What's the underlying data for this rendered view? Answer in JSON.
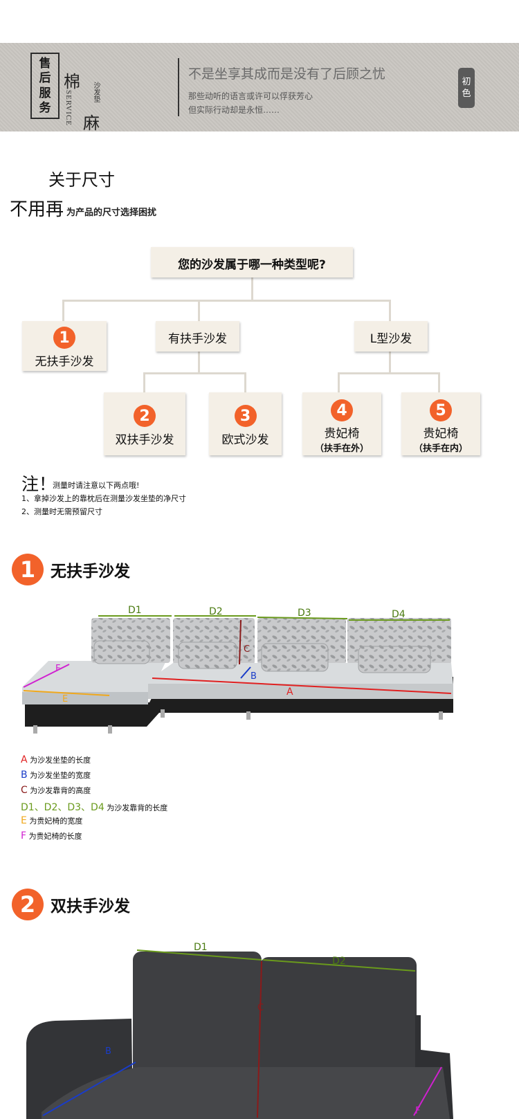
{
  "banner": {
    "seal": [
      "售",
      "后",
      "服",
      "务"
    ],
    "mian": "棉",
    "ma": "麻",
    "service": "SERVICE",
    "vertical_small": "沙发垫",
    "tagline": "不是坐享其成而是没有了后顾之忧",
    "line1": "那些动听的语言或许可以俘获芳心",
    "line2": "但实际行动却是永恒……",
    "badge": [
      "初",
      "色"
    ]
  },
  "about": {
    "title": "关于尺寸",
    "sub_big": "不用再",
    "sub_small": "为产品的尺寸选择困扰"
  },
  "tree": {
    "question": "您的沙发属于哪一种类型呢?",
    "type1": {
      "num": "1",
      "label": "无扶手沙发"
    },
    "group_arm": "有扶手沙发",
    "group_l": "L型沙发",
    "type2": {
      "num": "2",
      "label": "双扶手沙发"
    },
    "type3": {
      "num": "3",
      "label": "欧式沙发"
    },
    "type4": {
      "num": "4",
      "label": "贵妃椅",
      "sub": "（扶手在外）"
    },
    "type5": {
      "num": "5",
      "label": "贵妃椅",
      "sub": "（扶手在内）"
    }
  },
  "notes": {
    "big": "注！",
    "lead": "测量时请注意以下两点哦!",
    "item1": "1、拿掉沙发上的靠枕后在测量沙发坐垫的净尺寸",
    "item2": "2、测量时无需预留尺寸"
  },
  "section1": {
    "num": "1",
    "title": "无扶手沙发",
    "labels": {
      "D1": "D1",
      "D2": "D2",
      "D3": "D3",
      "D4": "D4",
      "A": "A",
      "B": "B",
      "C": "C",
      "E": "E",
      "F": "F"
    }
  },
  "legend": {
    "a_key": "A",
    "a_text": "为沙发坐垫的长度",
    "b_key": "B",
    "b_text": "为沙发坐垫的宽度",
    "c_key": "C",
    "c_text": "为沙发靠背的高度",
    "d_key": "D1、D2、D3、D4",
    "d_text": "为沙发靠背的长度",
    "e_key": "E",
    "e_text": "为贵妃椅的宽度",
    "f_key": "F",
    "f_text": "为贵妃椅的长度"
  },
  "section2": {
    "num": "2",
    "title": "双扶手沙发",
    "labels": {
      "D1": "D1",
      "D2": "D2",
      "C": "C",
      "B": "B",
      "F": "F"
    }
  },
  "colors": {
    "orange": "#f2622a",
    "green": "#6a9a1c",
    "red": "#e02020",
    "blue": "#1a3cc8",
    "darkred": "#8a1a1a",
    "yellow": "#f0a81c",
    "magenta": "#d020d0"
  }
}
